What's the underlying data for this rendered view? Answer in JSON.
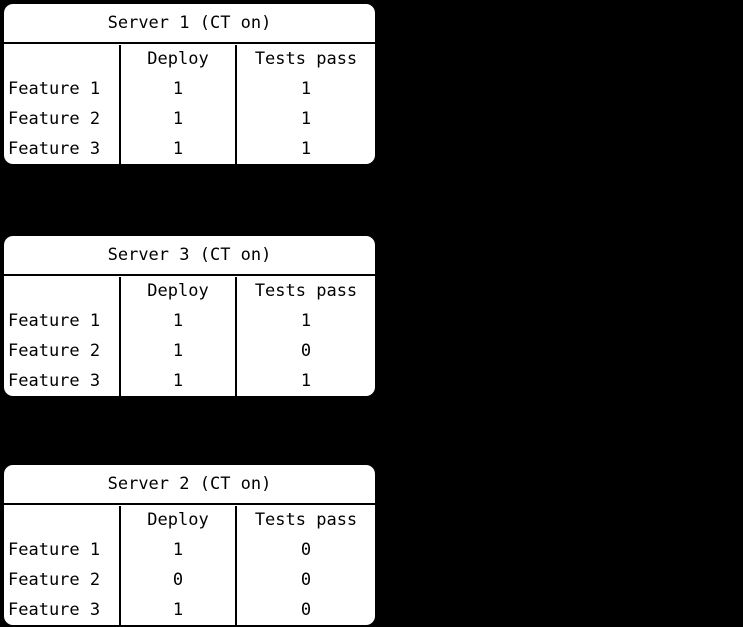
{
  "background_color": "#000000",
  "card_color": "#ffffff",
  "border_color": "#000000",
  "columns": {
    "feature_header": "",
    "deploy_header": "Deploy",
    "tests_header": "Tests pass"
  },
  "servers": [
    {
      "title": "Server 1 (CT on)",
      "rows": [
        {
          "feature": "Feature 1",
          "deploy": "1",
          "tests_pass": "1"
        },
        {
          "feature": "Feature 2",
          "deploy": "1",
          "tests_pass": "1"
        },
        {
          "feature": "Feature 3",
          "deploy": "1",
          "tests_pass": "1"
        }
      ]
    },
    {
      "title": "Server 3 (CT on)",
      "rows": [
        {
          "feature": "Feature 1",
          "deploy": "1",
          "tests_pass": "1"
        },
        {
          "feature": "Feature 2",
          "deploy": "1",
          "tests_pass": "0"
        },
        {
          "feature": "Feature 3",
          "deploy": "1",
          "tests_pass": "1"
        }
      ]
    },
    {
      "title": "Server 2 (CT on)",
      "rows": [
        {
          "feature": "Feature 1",
          "deploy": "1",
          "tests_pass": "0"
        },
        {
          "feature": "Feature 2",
          "deploy": "0",
          "tests_pass": "0"
        },
        {
          "feature": "Feature 3",
          "deploy": "1",
          "tests_pass": "0"
        }
      ]
    }
  ]
}
